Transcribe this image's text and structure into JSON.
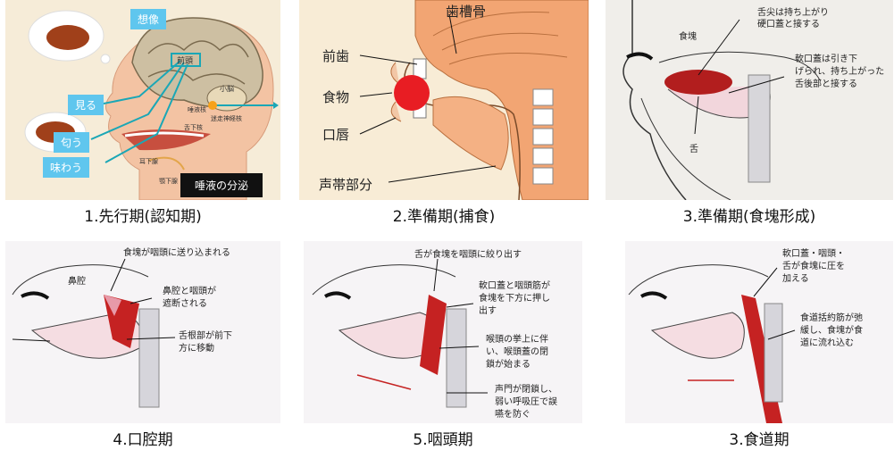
{
  "panels": [
    {
      "caption": "1.先行期(認知期)",
      "labels": {
        "imagine": "想像",
        "see": "見る",
        "smell": "匂う",
        "taste": "味わう",
        "saliva": "唾液の分泌",
        "frontal": "前頭",
        "cerebellum": "小脳",
        "salivary_nucleus": "唾液核",
        "vagus": "迷走神経核",
        "tongue_nerve": "舌下核",
        "parotid": "耳下腺",
        "submandibular": "顎下腺"
      }
    },
    {
      "caption": "2.準備期(捕食)",
      "labels": {
        "alveolar": "歯槽骨",
        "front_teeth": "前歯",
        "food": "食物",
        "lips": "口唇",
        "vocal": "声帯部分"
      }
    },
    {
      "caption": "3.準備期(食塊形成)",
      "labels": {
        "bolus": "食塊",
        "tongue_tip": "舌尖は持ち上がり\n硬口蓋と接する",
        "soft_palate": "軟口蓋は引き下\nげられ、持ち上がった\n舌後部と接する",
        "tongue": "舌"
      }
    },
    {
      "caption": "4.口腔期",
      "labels": {
        "sent": "食塊が咽頭に送り込まれる",
        "nasal": "鼻腔",
        "blocked": "鼻腔と咽頭が\n遮断される",
        "root": "舌根部が前下\n方に移動"
      }
    },
    {
      "caption": "5.咽頭期",
      "labels": {
        "squeeze": "舌が食塊を咽頭に絞り出す",
        "soft": "軟口蓋と咽頭筋が\n食塊を下方に押し\n出す",
        "larynx": "喉頭の挙上に伴\nい、喉頭蓋の閉\n鎖が始まる",
        "glottis": "声門が閉鎖し、\n弱い呼吸圧で誤\n嚥を防ぐ"
      }
    },
    {
      "caption": "3.食道期",
      "labels": {
        "pressure": "軟口蓋・咽頭・\n舌が食塊に圧を\n加える",
        "esophagus": "食道括約筋が弛\n緩し、食塊が食\n道に流れ込む"
      }
    }
  ]
}
